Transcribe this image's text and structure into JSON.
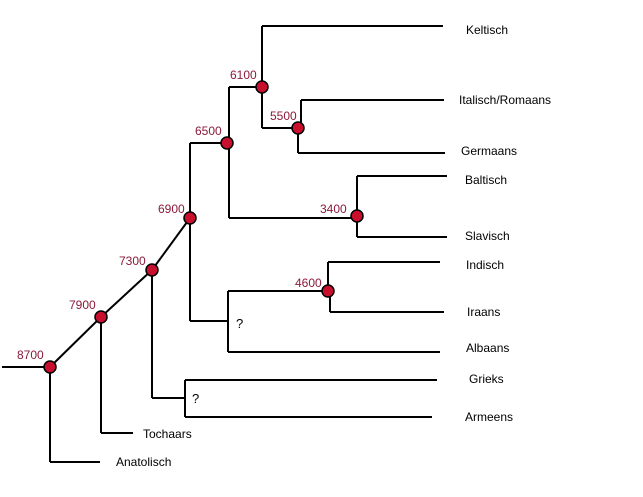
{
  "colors": {
    "node_fill": "#c8102e",
    "date_text": "#8b1a3a",
    "line": "#000000"
  },
  "diagram": {
    "languages": {
      "keltisch": "Keltisch",
      "italisch": "Italisch/Romaans",
      "germaans": "Germaans",
      "baltisch": "Baltisch",
      "slavisch": "Slavisch",
      "indisch": "Indisch",
      "iraans": "Iraans",
      "albaans": "Albaans",
      "grieks": "Grieks",
      "armeens": "Armeens",
      "tochaars": "Tochaars",
      "anatolisch": "Anatolisch"
    },
    "dates": {
      "n8700": "8700",
      "n7900": "7900",
      "n7300": "7300",
      "n6900": "6900",
      "n6500": "6500",
      "n6100": "6100",
      "n5500": "5500",
      "n3400": "3400",
      "n4600": "4600"
    },
    "unknown": {
      "albaans_split": "?",
      "grieks_split": "?"
    }
  }
}
